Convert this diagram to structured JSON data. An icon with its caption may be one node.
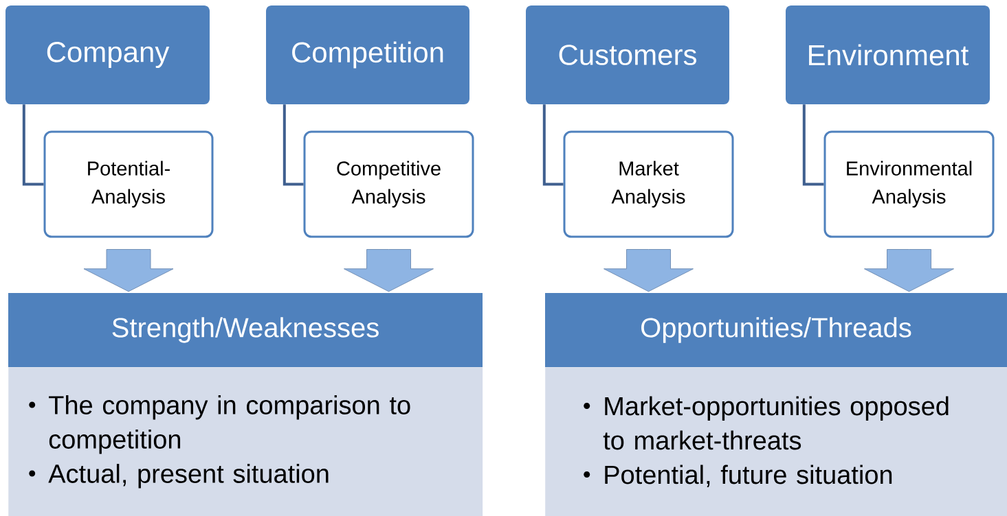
{
  "diagram": {
    "nodes": [
      {
        "text": [
          "Company"
        ]
      },
      {
        "text": [
          "Competition"
        ]
      },
      {
        "text": [
          "Customers"
        ]
      },
      {
        "text": [
          "Environment"
        ]
      },
      {
        "text": [
          "Potential-Analysis"
        ]
      },
      {
        "text": [
          "Competitive Analysis"
        ]
      },
      {
        "text": [
          "Market Analysis"
        ]
      },
      {
        "text": [
          "Environmental Analysis"
        ]
      },
      {
        "text": [
          "Strength/Weaknesses"
        ]
      },
      {
        "text": [
          "The company in comparison to competition",
          "Actual, present situation"
        ]
      },
      {
        "text": [
          "Opportunities/Threads"
        ]
      },
      {
        "text": [
          "Market-opportunities opposed to market-threats",
          "Potential, future situation"
        ]
      }
    ],
    "edges": [
      {
        "from": 0,
        "to": 4,
        "arrow": "none"
      },
      {
        "from": 1,
        "to": 5,
        "arrow": "none"
      },
      {
        "from": 2,
        "to": 6,
        "arrow": "none"
      },
      {
        "from": 3,
        "to": 7,
        "arrow": "none"
      },
      {
        "from": 4,
        "to": 8,
        "arrow": "to",
        "style": "thick"
      },
      {
        "from": 5,
        "to": 8,
        "arrow": "to",
        "style": "thick"
      },
      {
        "from": 6,
        "to": 10,
        "arrow": "to",
        "style": "thick"
      },
      {
        "from": 7,
        "to": 10,
        "arrow": "to",
        "style": "thick"
      }
    ]
  }
}
